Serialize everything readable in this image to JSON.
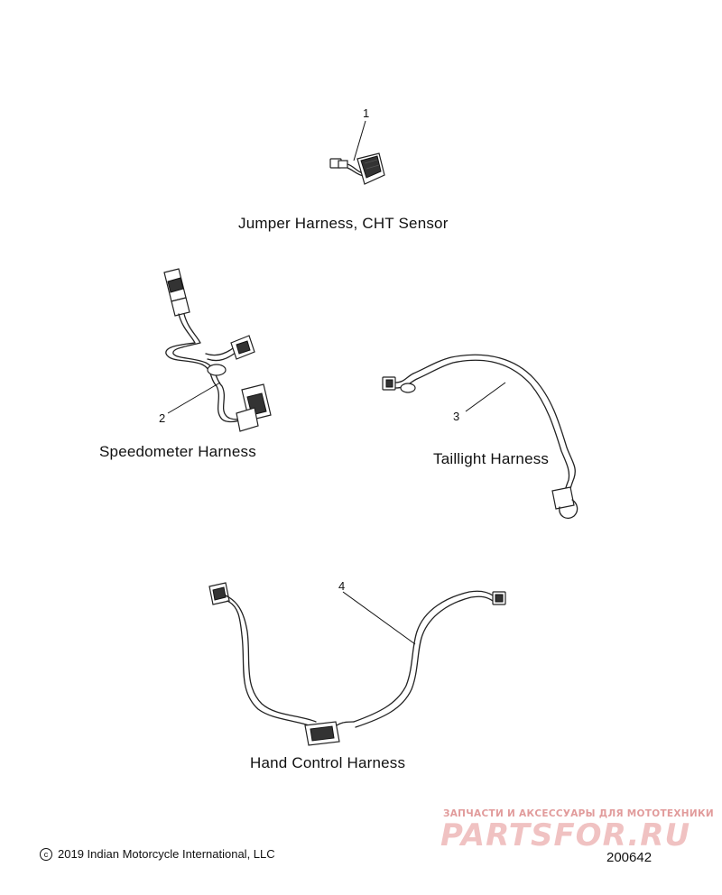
{
  "parts": [
    {
      "callout": "1",
      "label": "Jumper Harness, CHT Sensor"
    },
    {
      "callout": "2",
      "label": "Speedometer Harness"
    },
    {
      "callout": "3",
      "label": "Taillight Harness"
    },
    {
      "callout": "4",
      "label": "Hand Control Harness"
    }
  ],
  "footer": {
    "copyright": "2019 Indian Motorcycle International, LLC",
    "figure_number": "200642"
  },
  "watermark": {
    "tagline": "ЗАПЧАСТИ И АКСЕССУАРЫ ДЛЯ МОТОТЕХНИКИ",
    "logo": "PARTSFOR.RU"
  }
}
